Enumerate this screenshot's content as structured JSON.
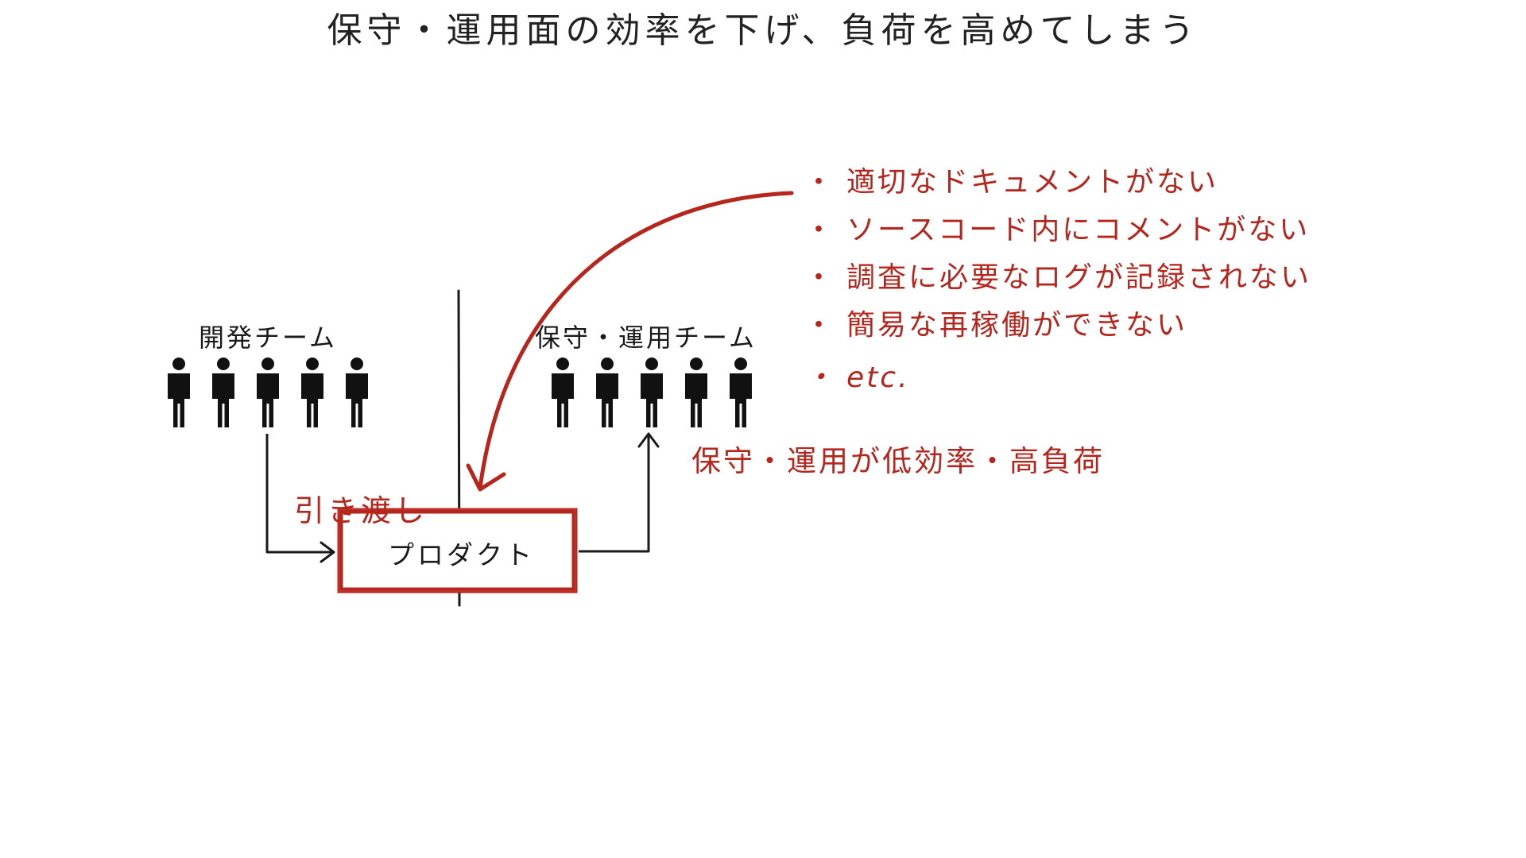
{
  "title": "保守・運用面の効率を下げ、負荷を高めてしまう",
  "colors": {
    "accent": "#b5261e",
    "ink": "#1a1a1a",
    "background": "#ffffff"
  },
  "diagram": {
    "dev_team_label": "開発チーム",
    "ops_team_label": "保守・運用チーム",
    "dev_team_member_count": 5,
    "ops_team_member_count": 5,
    "handover_label": "引き渡し",
    "product_label": "プロダクト",
    "result_label": "保守・運用が低効率・高負荷"
  },
  "issues": {
    "bullet": "・",
    "items": [
      "適切なドキュメントがない",
      "ソースコード内にコメントがない",
      "調査に必要なログが記録されない",
      "簡易な再稼働ができない",
      "etc."
    ]
  }
}
